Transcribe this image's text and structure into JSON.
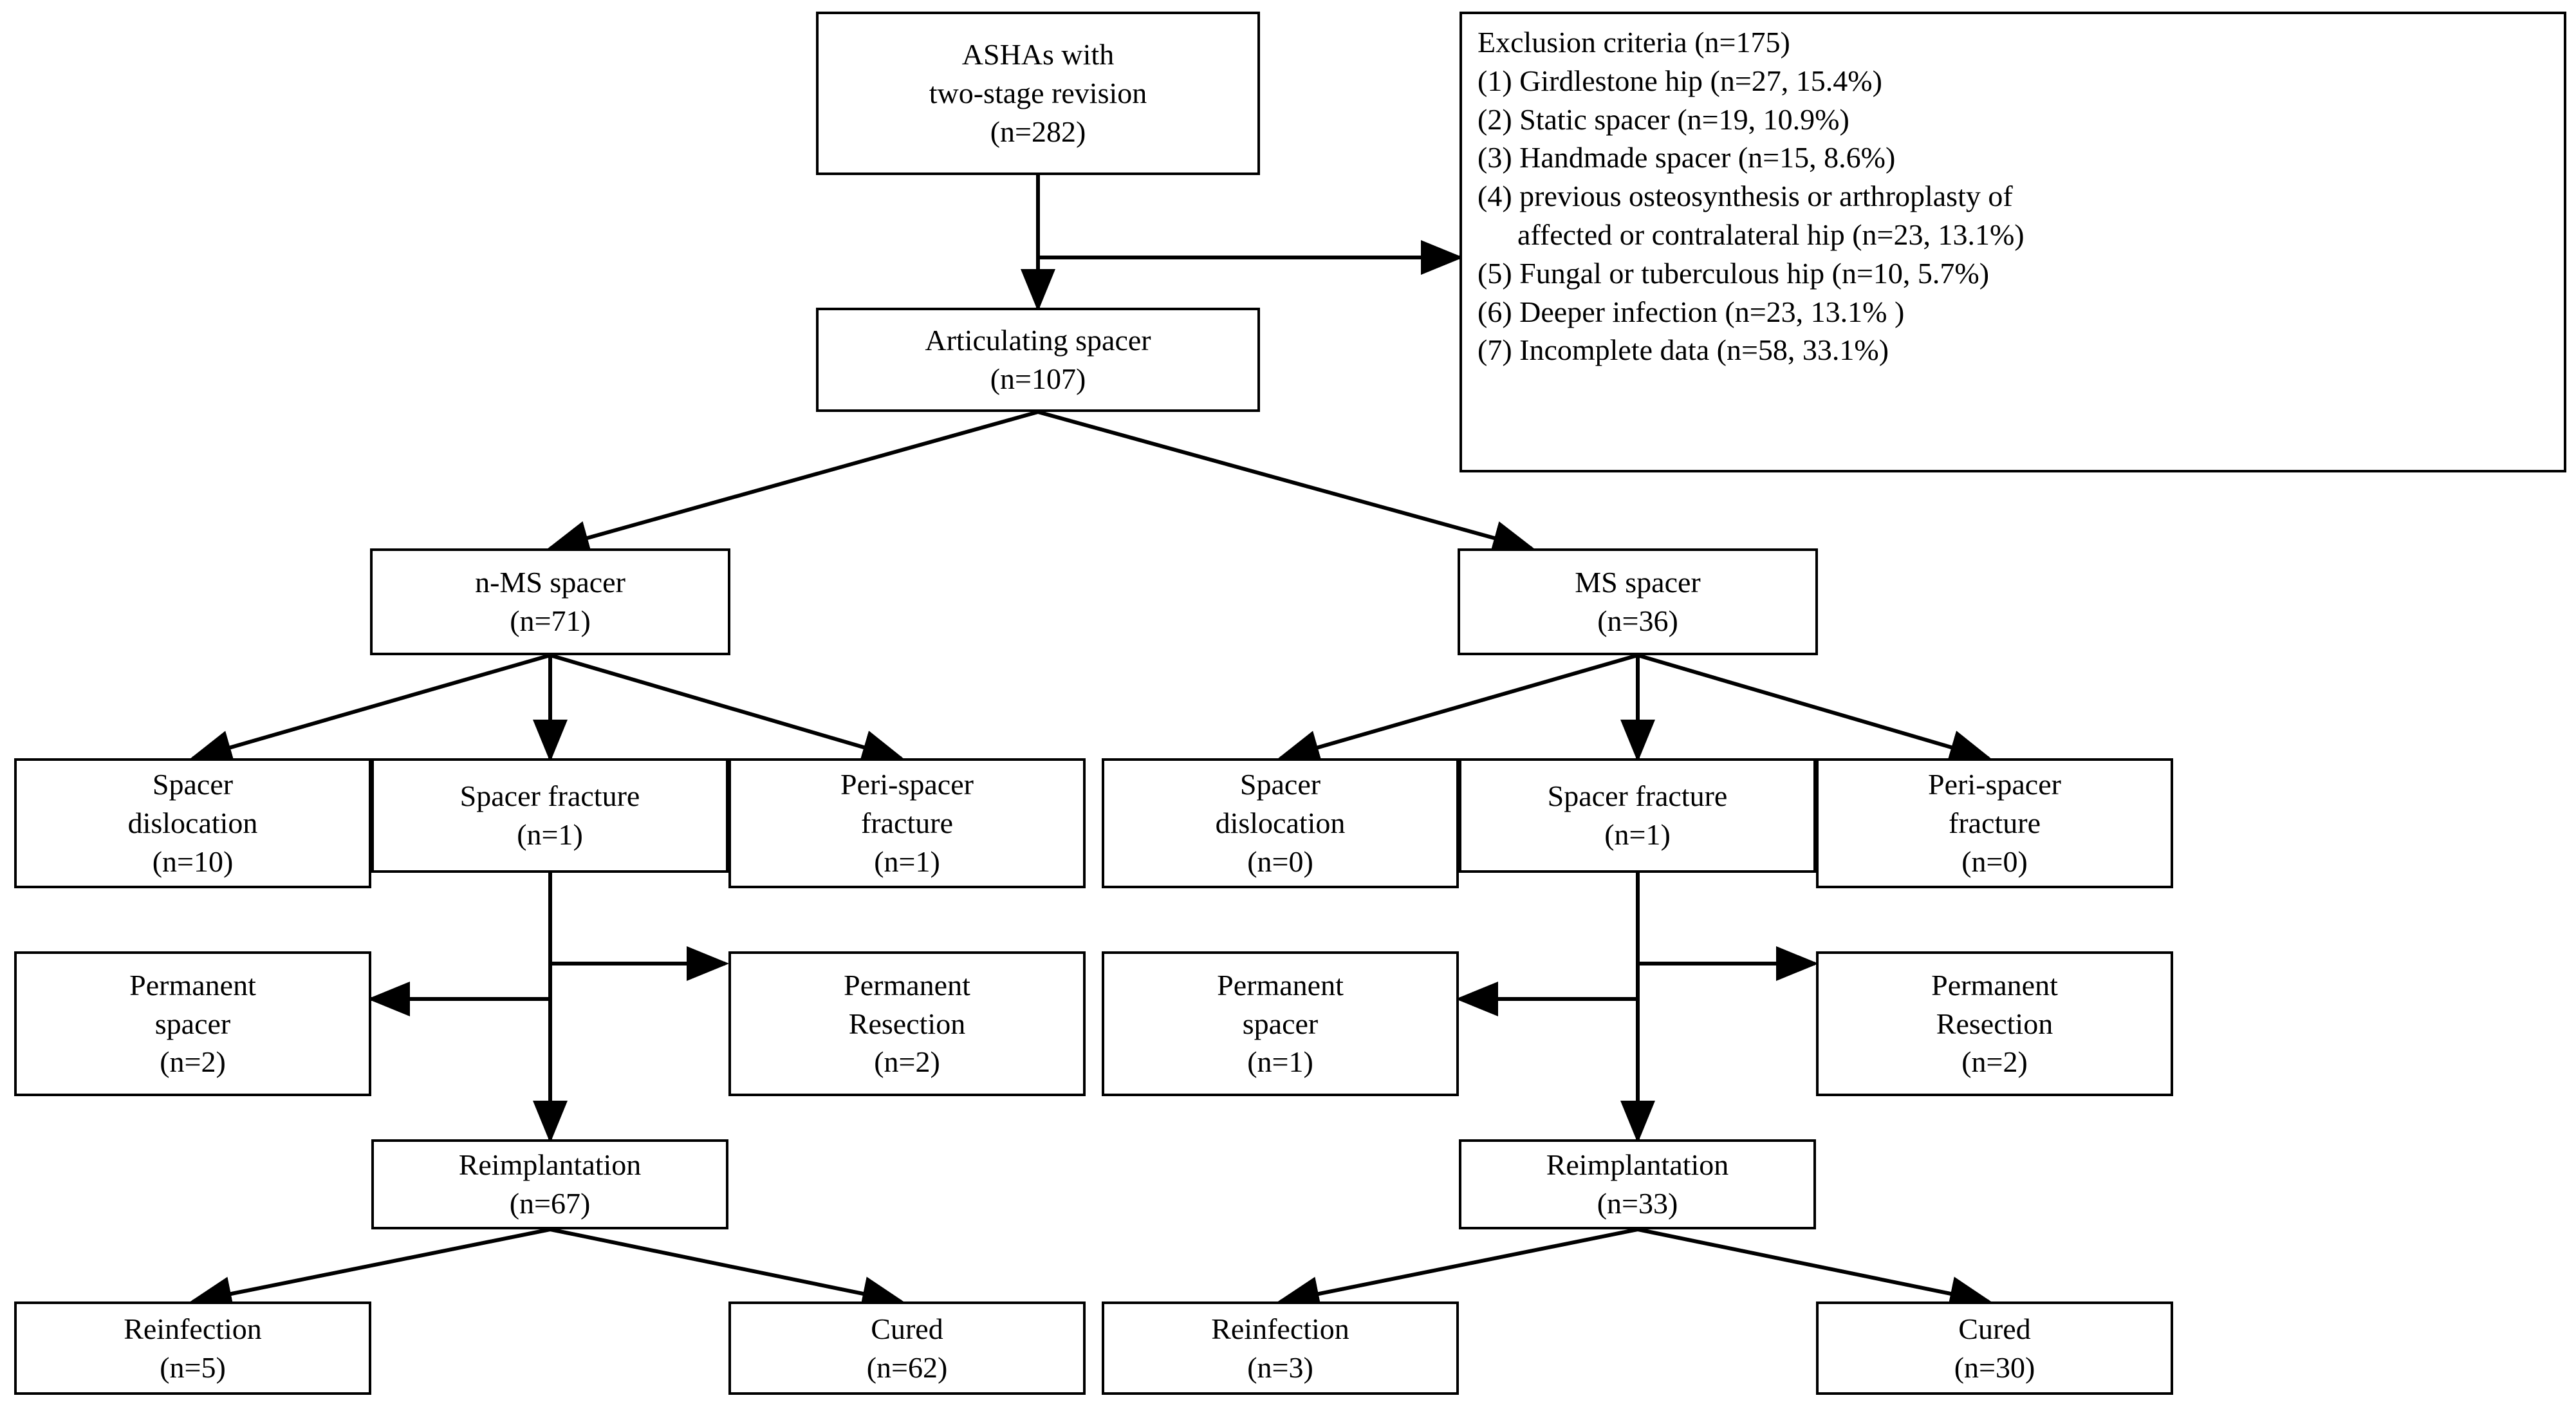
{
  "diagram": {
    "title": "Two-stage revision articulating spacer study flowchart",
    "stroke_color": "#000000",
    "background_color": "#ffffff",
    "nodes": {
      "source": {
        "lines": [
          "ASHAs with",
          "two-stage revision",
          "(n=282)"
        ]
      },
      "included": {
        "lines": [
          "Articulating spacer",
          "(n=107)"
        ]
      },
      "left_group": {
        "lines": [
          "n-MS spacer",
          "(n=71)"
        ]
      },
      "right_group": {
        "lines": [
          "MS spacer",
          "(n=36)"
        ]
      },
      "left_dislocation": {
        "lines": [
          "Spacer",
          "dislocation",
          "(n=10)"
        ]
      },
      "left_fracture": {
        "lines": [
          "Spacer fracture",
          "(n=1)"
        ]
      },
      "left_peri_fracture": {
        "lines": [
          "Peri-spacer",
          "fracture",
          "(n=1)"
        ]
      },
      "right_dislocation": {
        "lines": [
          "Spacer",
          "dislocation",
          "(n=0)"
        ]
      },
      "right_fracture": {
        "lines": [
          "Spacer fracture",
          "(n=1)"
        ]
      },
      "right_peri_fracture": {
        "lines": [
          "Peri-spacer",
          "fracture",
          "(n=0)"
        ]
      },
      "left_permanent_spacer": {
        "lines": [
          "Permanent",
          "spacer",
          "(n=2)"
        ]
      },
      "left_permanent_resection": {
        "lines": [
          "Permanent",
          "Resection",
          "(n=2)"
        ]
      },
      "right_permanent_spacer": {
        "lines": [
          "Permanent",
          "spacer",
          "(n=1)"
        ]
      },
      "right_permanent_resection": {
        "lines": [
          "Permanent",
          "Resection",
          "(n=2)"
        ]
      },
      "left_reimplantation": {
        "lines": [
          "Reimplantation",
          "(n=67)"
        ]
      },
      "right_reimplantation": {
        "lines": [
          "Reimplantation",
          "(n=33)"
        ]
      },
      "left_reinfection": {
        "lines": [
          "Reinfection",
          "(n=5)"
        ]
      },
      "left_cured": {
        "lines": [
          "Cured",
          "(n=62)"
        ]
      },
      "right_reinfection": {
        "lines": [
          "Reinfection",
          "(n=3)"
        ]
      },
      "right_cured": {
        "lines": [
          "Cured",
          "(n=30)"
        ]
      }
    },
    "exclusion_box": {
      "lines": [
        {
          "text": "Exclusion criteria (n=175)",
          "indent": false
        },
        {
          "text": "(1) Girdlestone hip (n=27, 15.4%)",
          "indent": false
        },
        {
          "text": "(2) Static spacer (n=19, 10.9%)",
          "indent": false
        },
        {
          "text": "(3) Handmade spacer (n=15, 8.6%)",
          "indent": false
        },
        {
          "text": "(4) previous osteosynthesis or arthroplasty of",
          "indent": false
        },
        {
          "text": "affected or contralateral hip (n=23, 13.1%)",
          "indent": true
        },
        {
          "text": "(5) Fungal or tuberculous hip (n=10, 5.7%)",
          "indent": false
        },
        {
          "text": "(6) Deeper infection (n=23, 13.1% )",
          "indent": false
        },
        {
          "text": "(7) Incomplete data (n=58, 33.1%)",
          "indent": false
        }
      ]
    }
  },
  "chart_data": {
    "type": "diagram",
    "title": "Two-stage revision articulating spacer patient flow",
    "total_screened": 282,
    "excluded": 175,
    "included": 107,
    "groups": [
      {
        "name": "n-MS spacer",
        "n": 71,
        "complications": [
          {
            "label": "Spacer dislocation",
            "n": 10
          },
          {
            "label": "Spacer fracture",
            "n": 1
          },
          {
            "label": "Peri-spacer fracture",
            "n": 1
          }
        ],
        "outcomes": [
          {
            "label": "Permanent spacer",
            "n": 2
          },
          {
            "label": "Permanent Resection",
            "n": 2
          },
          {
            "label": "Reimplantation",
            "n": 67
          },
          {
            "label": "Reinfection",
            "n": 5
          },
          {
            "label": "Cured",
            "n": 62
          }
        ]
      },
      {
        "name": "MS spacer",
        "n": 36,
        "complications": [
          {
            "label": "Spacer dislocation",
            "n": 0
          },
          {
            "label": "Spacer fracture",
            "n": 1
          },
          {
            "label": "Peri-spacer fracture",
            "n": 0
          }
        ],
        "outcomes": [
          {
            "label": "Permanent spacer",
            "n": 1
          },
          {
            "label": "Permanent Resection",
            "n": 2
          },
          {
            "label": "Reimplantation",
            "n": 33
          },
          {
            "label": "Reinfection",
            "n": 3
          },
          {
            "label": "Cured",
            "n": 30
          }
        ]
      }
    ],
    "exclusion_criteria": [
      {
        "id": 1,
        "label": "Girdlestone hip",
        "n": 27,
        "pct": 15.4
      },
      {
        "id": 2,
        "label": "Static spacer",
        "n": 19,
        "pct": 10.9
      },
      {
        "id": 3,
        "label": "Handmade spacer",
        "n": 15,
        "pct": 8.6
      },
      {
        "id": 4,
        "label": "previous osteosynthesis or arthroplasty of affected or contralateral hip",
        "n": 23,
        "pct": 13.1
      },
      {
        "id": 5,
        "label": "Fungal or tuberculous hip",
        "n": 10,
        "pct": 5.7
      },
      {
        "id": 6,
        "label": "Deeper infection",
        "n": 23,
        "pct": 13.1
      },
      {
        "id": 7,
        "label": "Incomplete data",
        "n": 58,
        "pct": 33.1
      }
    ]
  }
}
